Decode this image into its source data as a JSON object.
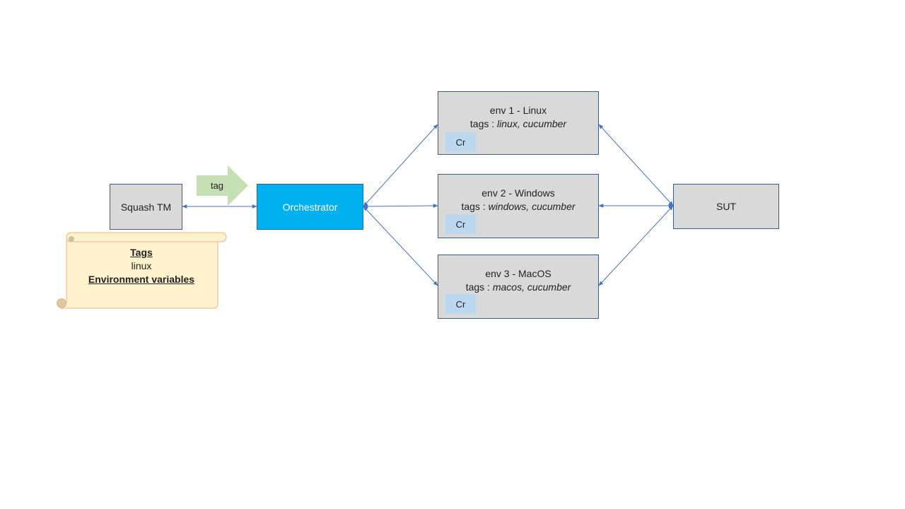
{
  "nodes": {
    "squash": {
      "label": "Squash TM"
    },
    "orchestrator": {
      "label": "Orchestrator"
    },
    "sut": {
      "label": "SUT"
    },
    "tag_arrow": {
      "label": "tag"
    },
    "envs": [
      {
        "title": "env 1 - Linux",
        "tags_prefix": "tags : ",
        "tags_value": "linux, cucumber",
        "cr": "Cr"
      },
      {
        "title": "env 2 - Windows",
        "tags_prefix": "tags : ",
        "tags_value": "windows, cucumber",
        "cr": "Cr"
      },
      {
        "title": "env 3 - MacOS",
        "tags_prefix": "tags : ",
        "tags_value": "macos, cucumber",
        "cr": "Cr"
      }
    ]
  },
  "scroll_note": {
    "heading1": "Tags",
    "value1": "linux",
    "heading2": "Environment variables"
  },
  "colors": {
    "box_grey": "#d9d9d9",
    "orchestrator_blue": "#00b0f0",
    "cr_blue": "#bdd7ee",
    "tag_arrow_green": "#c5e0b4",
    "scroll_fill": "#fff2cc",
    "connector": "#4472c4"
  }
}
